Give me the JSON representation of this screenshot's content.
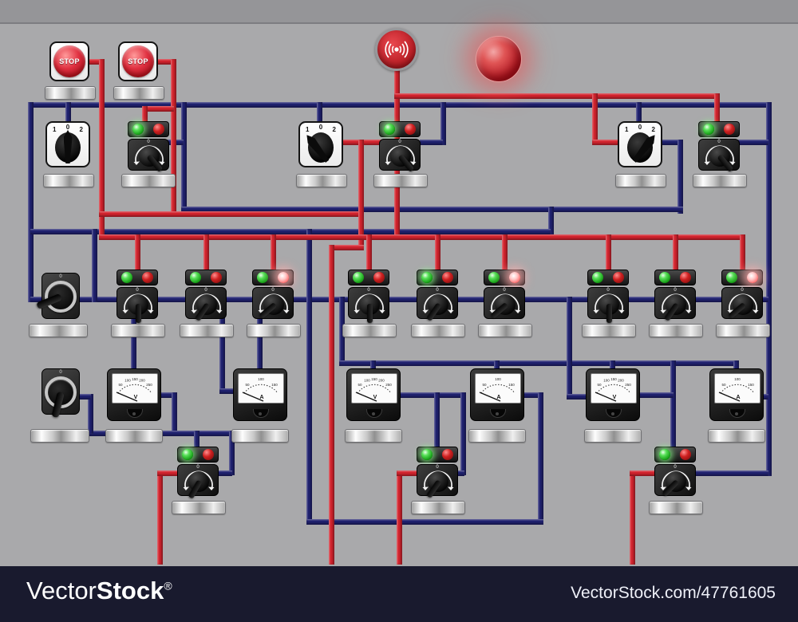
{
  "stop_button": {
    "label": "STOP"
  },
  "rotary": {
    "scale": [
      "1",
      "0",
      "2"
    ]
  },
  "labels": {
    "knob_zero": "0",
    "lever_zero": "0"
  },
  "meters": {
    "v_label": "V",
    "a_label": "A",
    "v_scale": [
      "50",
      "100",
      "150",
      "200",
      "250"
    ],
    "a_scale": [
      "50",
      "100",
      "150"
    ]
  },
  "panel": {
    "rotary_positions": [
      "0",
      "1",
      "2"
    ],
    "top_knob_units": [
      {
        "green_lit": true,
        "red_lit": false
      },
      {
        "green_lit": true,
        "red_lit": false
      },
      {
        "green_lit": true,
        "red_lit": false
      }
    ],
    "mid_knob_units": [
      {
        "green_lit": false,
        "red_lit": false
      },
      {
        "green_lit": false,
        "red_lit": false
      },
      {
        "green_lit": false,
        "red_lit": true
      },
      {
        "green_lit": false,
        "red_lit": false
      },
      {
        "green_lit": true,
        "red_lit": false
      },
      {
        "green_lit": false,
        "red_lit": true
      },
      {
        "green_lit": false,
        "red_lit": false
      },
      {
        "green_lit": false,
        "red_lit": false
      },
      {
        "green_lit": false,
        "red_lit": true
      }
    ],
    "bottom_knob_units": [
      {
        "green_lit": true,
        "red_lit": false
      },
      {
        "green_lit": true,
        "red_lit": false
      },
      {
        "green_lit": true,
        "red_lit": false
      }
    ]
  },
  "colors": {
    "panel_gray": "#a9a9ab",
    "wire_red": "#d2242e",
    "wire_navy": "#20216f",
    "alarm_red": "#c2242b",
    "footer_bg": "#191a2e"
  },
  "footer": {
    "brand_light": "Vector",
    "brand_bold": "Stock",
    "registered": "®",
    "url": "VectorStock.com/47761605"
  }
}
